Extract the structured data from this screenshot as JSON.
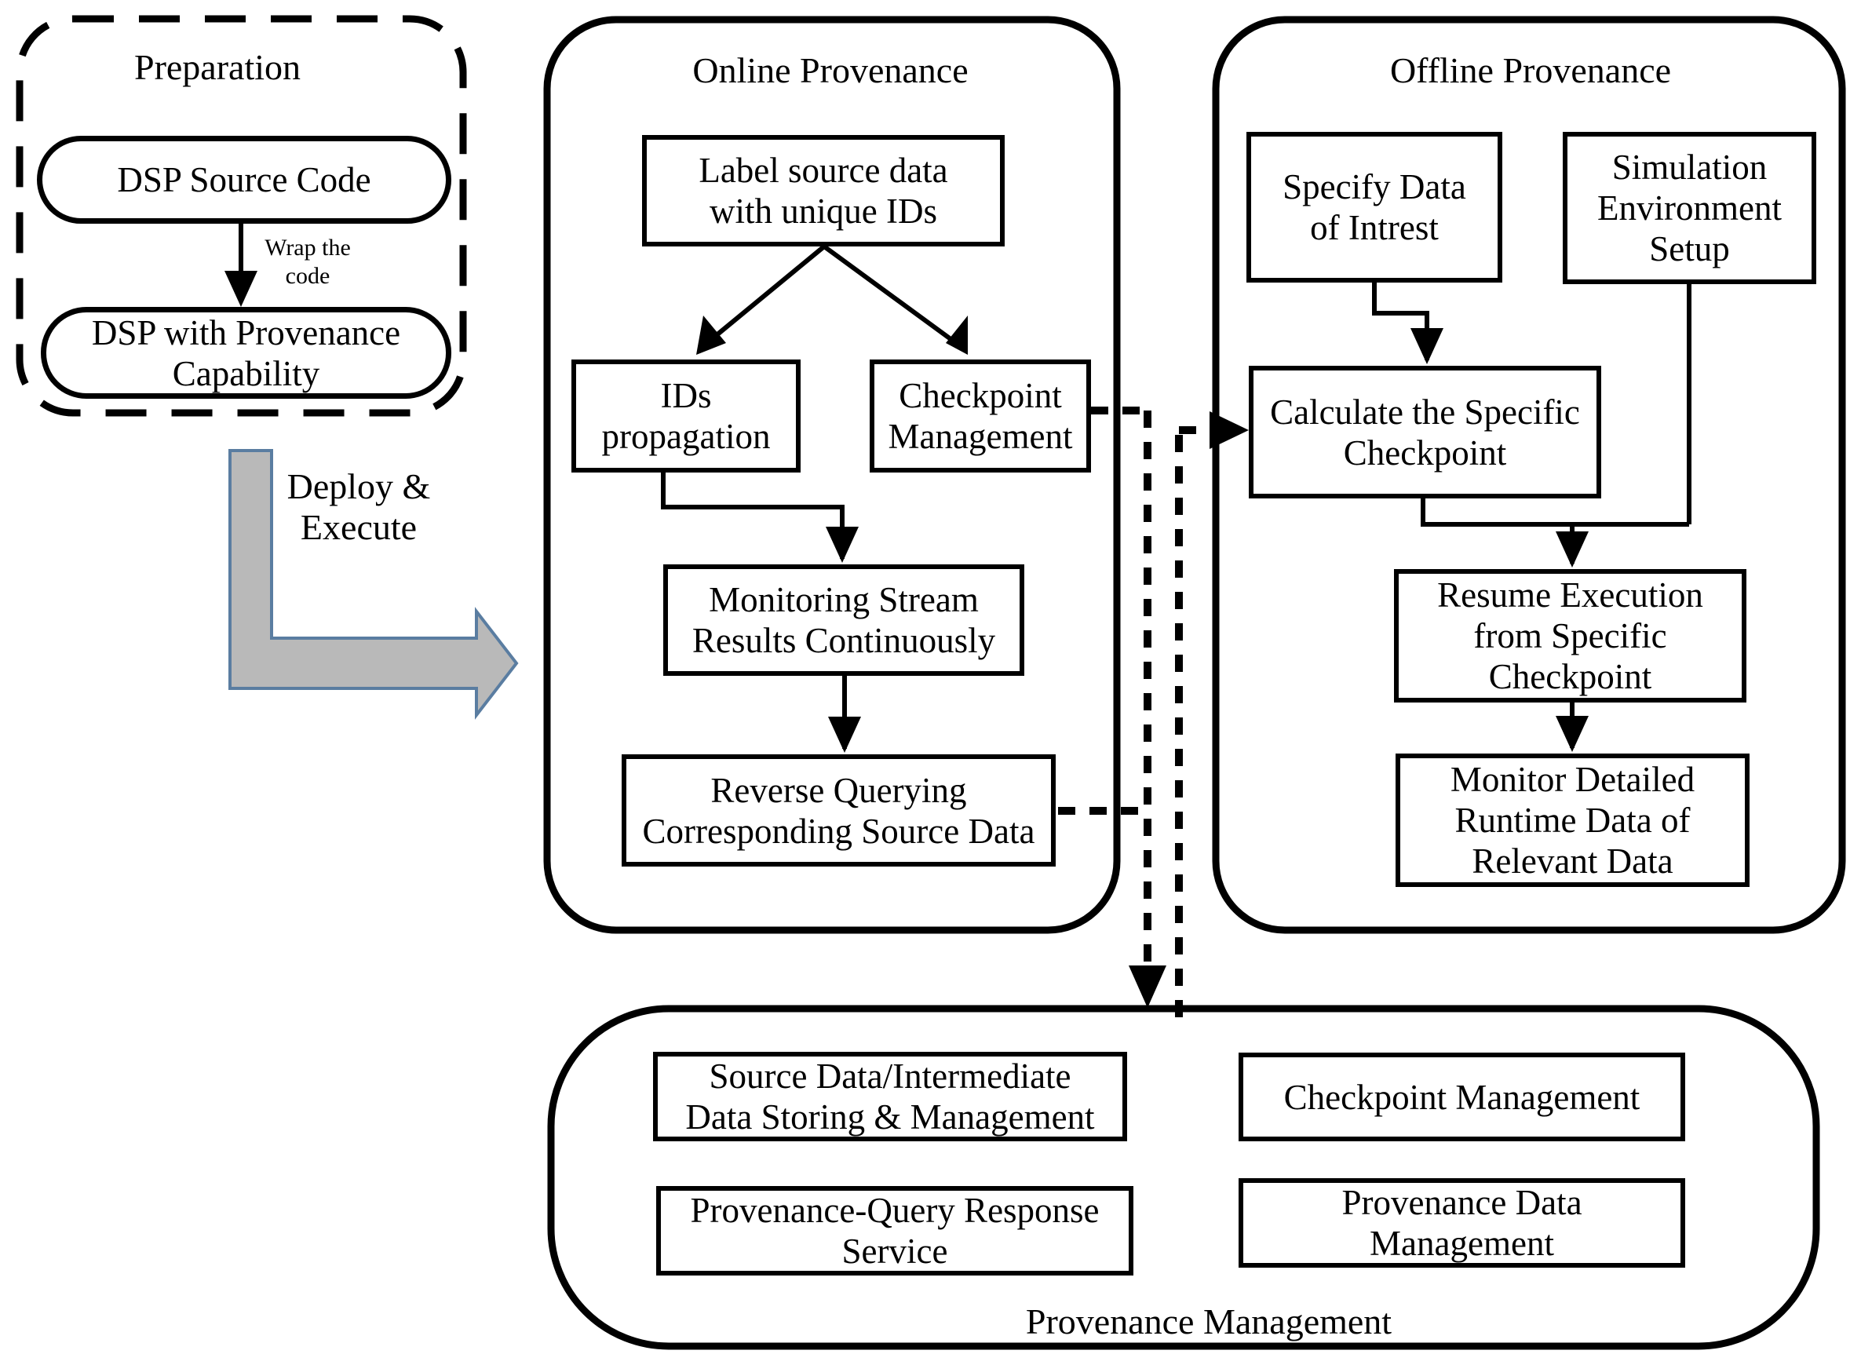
{
  "figure": {
    "type": "flow-diagram",
    "description": "DSP provenance system architecture flowchart"
  },
  "colors": {
    "line": "#000000",
    "background": "#ffffff",
    "deploy_arrow_fill": "#b9b9b9",
    "deploy_arrow_stroke": "#5a7da1"
  },
  "preparation": {
    "title": "Preparation",
    "dsp_source_code": "DSP Source Code",
    "wrap_arrow_label": [
      "Wrap the",
      "code"
    ],
    "dsp_with_provenance": [
      "DSP with Provenance",
      "Capability"
    ]
  },
  "deploy_execute": [
    "Deploy &",
    "Execute"
  ],
  "online": {
    "title": "Online Provenance",
    "label_source_data": [
      "Label source data",
      "with unique IDs"
    ],
    "ids_propagation": [
      "IDs",
      "propagation"
    ],
    "checkpoint_management": [
      "Checkpoint",
      "Management"
    ],
    "monitoring_stream": [
      "Monitoring Stream",
      "Results Continuously"
    ],
    "reverse_querying": [
      "Reverse Querying",
      "Corresponding Source Data"
    ]
  },
  "offline": {
    "title": "Offline Provenance",
    "specify_data": [
      "Specify Data",
      "of Intrest"
    ],
    "simulation_setup": [
      "Simulation",
      "Environment",
      "Setup"
    ],
    "calculate_checkpoint": [
      "Calculate the Specific",
      "Checkpoint"
    ],
    "resume_execution": [
      "Resume Execution",
      "from Specific",
      "Checkpoint"
    ],
    "monitor_runtime": [
      "Monitor Detailed",
      "Runtime Data of",
      "Relevant Data"
    ]
  },
  "management": {
    "title": "Provenance Management",
    "source_data_storing": [
      "Source Data/Intermediate",
      "Data Storing & Management"
    ],
    "checkpoint_management": "Checkpoint Management",
    "provenance_query": [
      "Provenance-Query Response",
      "Service"
    ],
    "provenance_data": [
      "Provenance Data",
      "Management"
    ]
  }
}
